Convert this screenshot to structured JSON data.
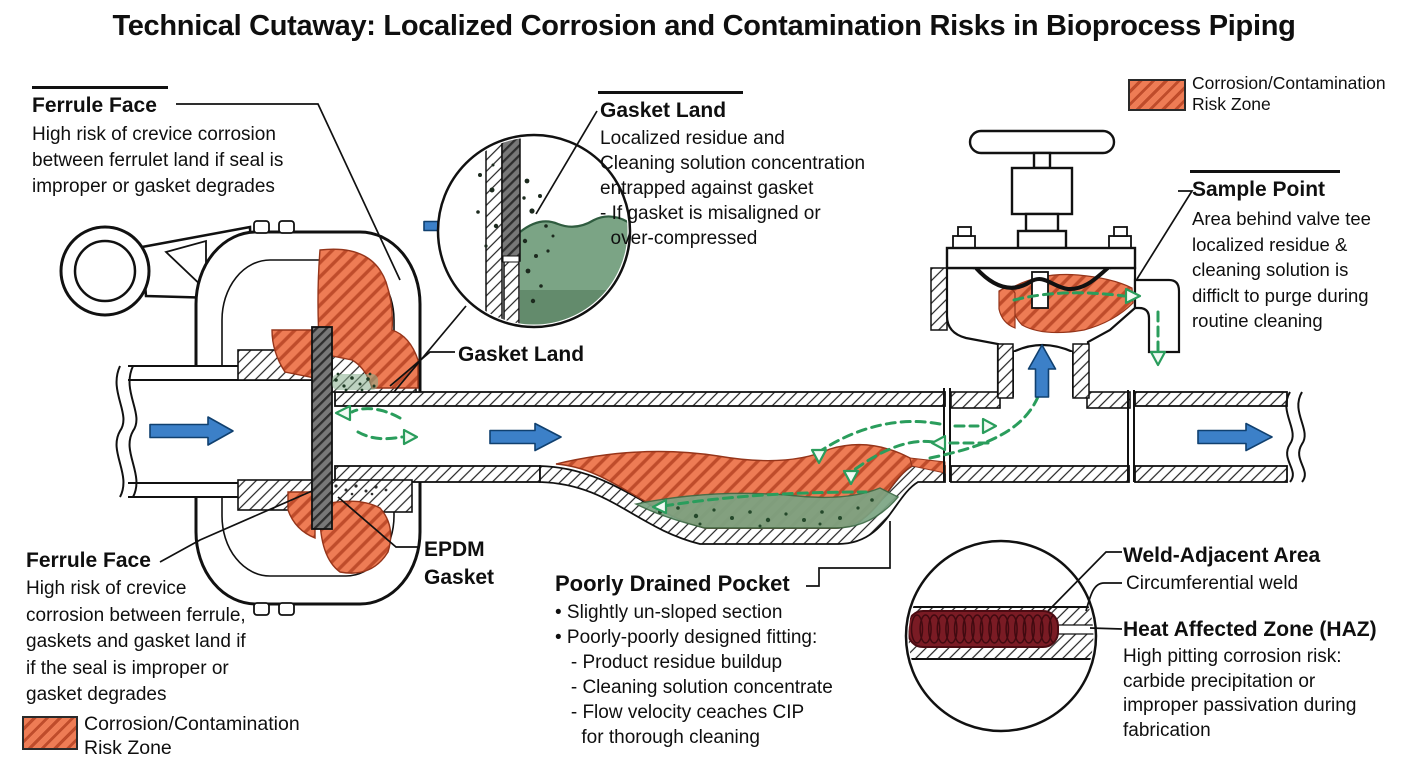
{
  "title": "Technical Cutaway: Localized Corrosion and Contamination Risks in Bioprocess Piping",
  "legend_top": {
    "lines": [
      "Corrosion/Contamination",
      "Risk Zone"
    ]
  },
  "legend_bottom": {
    "lines": [
      "Corrosion/Contamination",
      "Risk Zone"
    ]
  },
  "annotations": {
    "ferrule_face_top": {
      "title": "Ferrule Face",
      "body": [
        "High risk of crevice corrosion",
        "between ferrulet land if seal is",
        "improper or gasket degrades"
      ]
    },
    "gasket_land_top": {
      "title": "Gasket Land",
      "body": [
        "Localized residue and",
        "Cleaning solution concentration",
        "entrapped against gasket",
        "- If gasket is misaligned or",
        "  over-compressed"
      ]
    },
    "gasket_land_mid": {
      "title": "Gasket Land"
    },
    "sample_point": {
      "title": "Sample Point",
      "body": [
        "Area behind valve tee",
        "localized residue &",
        "cleaning solution is",
        "difficlt to purge during",
        "routine cleaning"
      ]
    },
    "ferrule_face_bottom": {
      "title": "Ferrule Face",
      "body": [
        "High risk of crevice",
        "corrosion between ferrule,",
        "gaskets and gasket land if",
        "if the seal is improper or",
        "gasket degrades"
      ]
    },
    "epdm_gasket": {
      "title": [
        "EPDM",
        "Gasket"
      ]
    },
    "poorly_drained_pocket": {
      "title": "Poorly Drained Pocket",
      "body": [
        "• Slightly un-sloped section",
        "• Poorly-poorly designed fitting:",
        "   - Product residue buildup",
        "   - Cleaning solution concentrate",
        "   - Flow velocity ceaches CIP",
        "     for thorough cleaning"
      ]
    },
    "weld_adjacent": {
      "title": "Weld-Adjacent Area"
    },
    "circumferential_weld": {
      "label": "Circumferential weld"
    },
    "haz": {
      "title": "Heat Affected Zone (HAZ)",
      "body": [
        "High pitting corrosion risk:",
        "carbide precipitation or",
        "improper passivation during",
        "fabrication"
      ]
    }
  },
  "colors": {
    "corrosion_fill": "#ee7c55",
    "corrosion_hatch": "#bf4c2b",
    "flow_arrow_blue": "#3c80c8",
    "cip_arrow_green": "#2a9d5c",
    "weld_bead": "#7a1b24",
    "diaphragm_blue": "#2e6da9",
    "ink": "#111111"
  }
}
